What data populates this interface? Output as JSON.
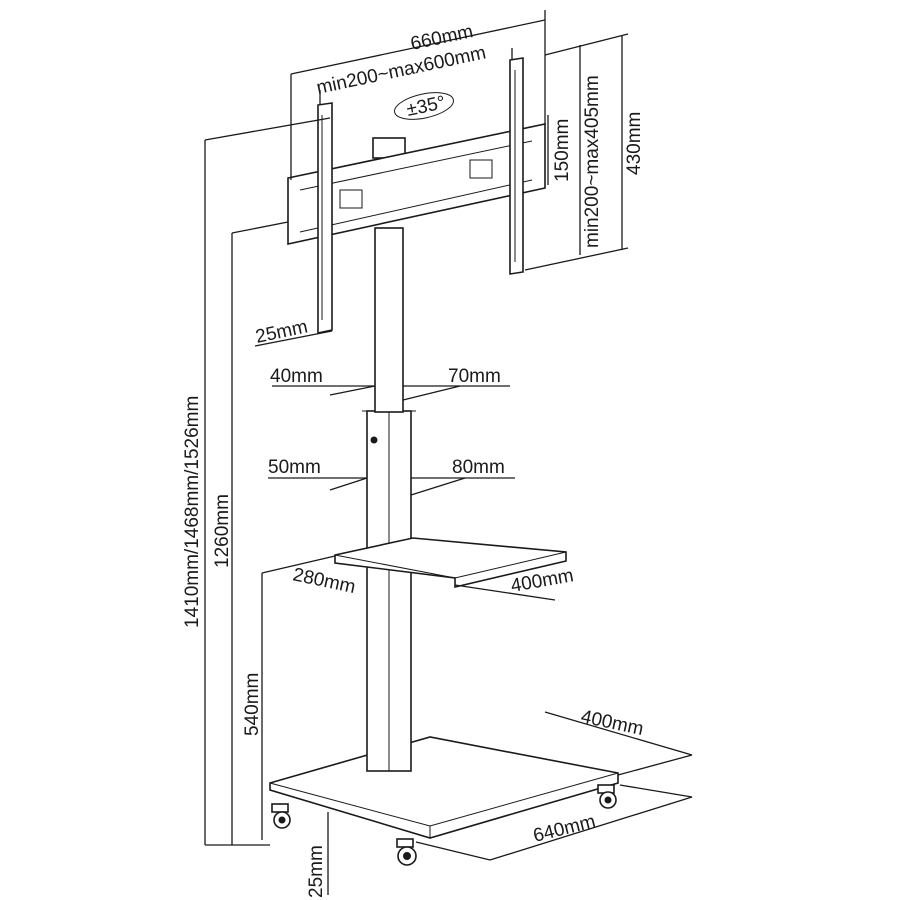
{
  "labels": {
    "mount_width": "660mm",
    "vesa_width_range": "min200~max600mm",
    "tilt": "±35°",
    "vesa_height_range": "min200~max405mm",
    "mount_height": "430mm",
    "arm_gap": "150mm",
    "bracket_width": "25mm",
    "upper_pole_depth": "40mm",
    "upper_pole_width": "70mm",
    "lower_pole_depth": "50mm",
    "lower_pole_width": "80mm",
    "shelf_depth": "280mm",
    "shelf_width": "400mm",
    "total_heights": "1410mm/1468mm/1526mm",
    "mount_center_height": "1260mm",
    "shelf_height": "540mm",
    "base_depth": "400mm",
    "base_width": "640mm",
    "base_thickness": "25mm"
  }
}
